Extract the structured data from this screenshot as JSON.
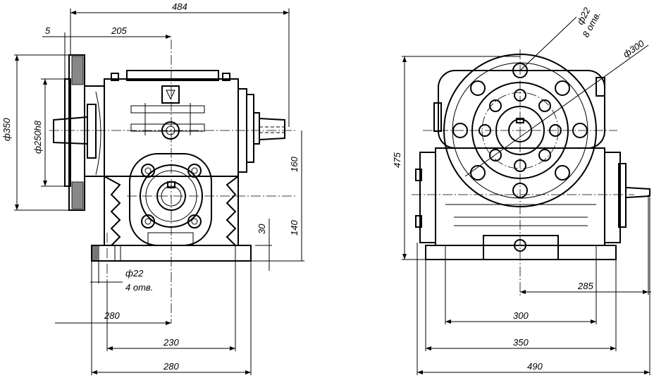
{
  "left_view": {
    "dims": {
      "overall_width": "484",
      "flange_thickness": "5",
      "flange_to_axis": "205",
      "flange_outer_dia": "ф350",
      "spigot_dia": "ф250h8",
      "axis_height_upper": "160",
      "axis_height_lower": "140",
      "base_thickness": "30",
      "base_hole": "ф22",
      "base_hole_count": "4 отв.",
      "dim_280_top": "280",
      "dim_230": "230",
      "dim_280_bottom": "280"
    }
  },
  "right_view": {
    "dims": {
      "bolt_hole": "ф22",
      "bolt_hole_count": "8 отв.",
      "bolt_circle": "ф300",
      "overall_height": "475",
      "dim_285": "285",
      "dim_300": "300",
      "dim_350": "350",
      "dim_490": "490"
    }
  }
}
